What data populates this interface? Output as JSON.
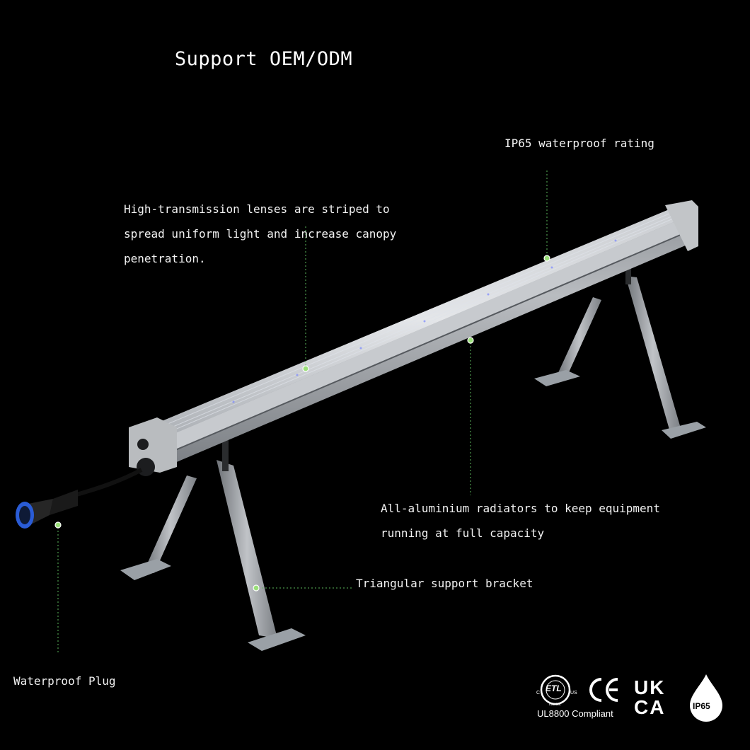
{
  "headline": "Support OEM/ODM",
  "callouts": {
    "ip65": "IP65 waterproof rating",
    "lenses": [
      "High-transmission lenses are striped to",
      "spread uniform light and increase canopy",
      "penetration."
    ],
    "radiators": [
      "All-aluminium radiators to keep equipment",
      "running at full capacity"
    ],
    "bracket": "Triangular support bracket",
    "plug": "Waterproof Plug"
  },
  "certifications": {
    "etl_mark": "ETL",
    "etl_c": "C",
    "etl_us": "US",
    "etl_small": "Intertek",
    "ce_mark": "CE",
    "ul_text": "UL8800 Compliant",
    "ukca_top": "UK",
    "ukca_bottom": "CA",
    "ip_badge": "IP65"
  },
  "colors": {
    "background": "#000000",
    "callout_dot": "#9be07a",
    "leader_line": "#5cb85c",
    "text": "#f2f2f2"
  }
}
